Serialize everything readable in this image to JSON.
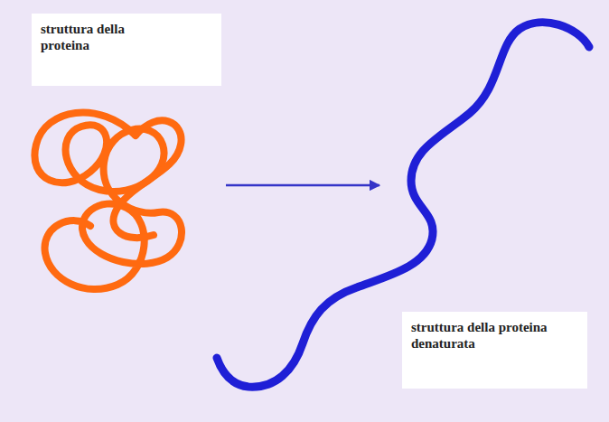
{
  "diagram": {
    "nodes": [
      {
        "text": [
          "struttura della proteina"
        ]
      },
      {
        "text": [
          "struttura della proteina denaturata"
        ]
      }
    ],
    "edges": [
      {
        "from": 0,
        "to": 1,
        "arrow": "to"
      }
    ]
  }
}
